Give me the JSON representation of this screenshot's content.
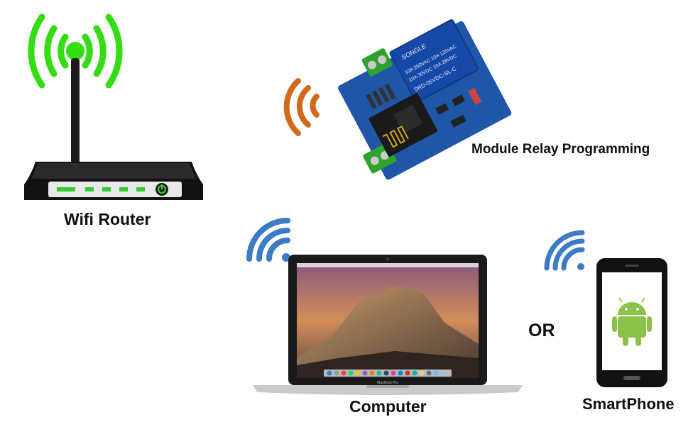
{
  "labels": {
    "router": "Wifi Router",
    "relay": "Module Relay Programming",
    "computer": "Computer",
    "or": "OR",
    "smartphone": "SmartPhone"
  },
  "relay_print": {
    "brand": "SONGLE",
    "model": "SRD-05VDC-SL-C",
    "rating1": "10A 250VAC 10A 125VAC",
    "rating2": "10A 30VDC 10A 28VDC"
  },
  "laptop_print": {
    "brand": "MacBook Pro"
  },
  "icons": {
    "router_signal": "wifi-broadcast-icon",
    "relay_signal": "wifi-signal-icon",
    "computer_signal": "wifi-signal-icon",
    "phone_signal": "wifi-signal-icon",
    "phone_os": "android-robot-icon"
  },
  "colors": {
    "router_signal": "#33dd11",
    "relay_signal": "#d2691e",
    "device_signal": "#3b7cc4",
    "relay_board": "#1f56a8",
    "relay_block": "#1648a8",
    "terminal_green": "#2da32d",
    "android_green": "#8bc34a"
  }
}
